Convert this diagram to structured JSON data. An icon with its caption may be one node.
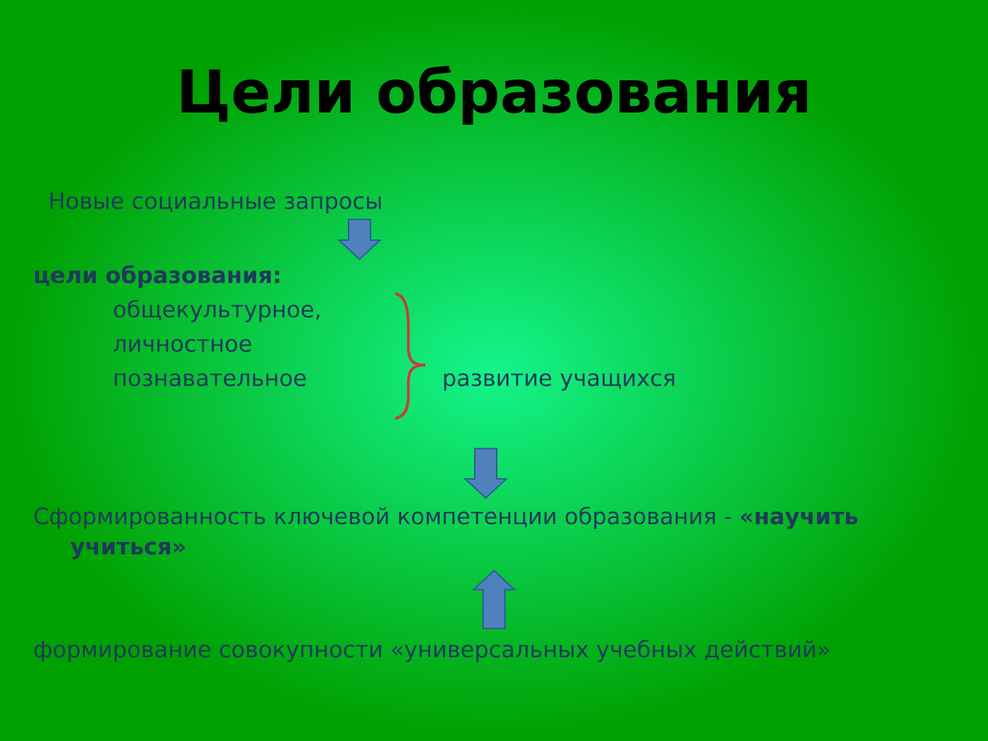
{
  "diagram": {
    "title": "Цели образования",
    "nodes": [
      {
        "text": [
          "Новые социальные запросы"
        ]
      },
      {
        "text": [
          "цели образования:",
          "общекультурное,",
          "личностное",
          "познавательное",
          "развитие учащихся"
        ]
      },
      {
        "text": [
          "Сформированность ключевой компетенции образования - **«научить учиться»**"
        ]
      },
      {
        "text": [
          "формирование совокупности «универсальных учебных действий»"
        ]
      }
    ],
    "edges": [
      {
        "from": 0,
        "to": 1,
        "arrow": "to"
      },
      {
        "from": 1,
        "to": 2,
        "arrow": "to"
      },
      {
        "from": 3,
        "to": 2,
        "arrow": "to"
      }
    ]
  }
}
